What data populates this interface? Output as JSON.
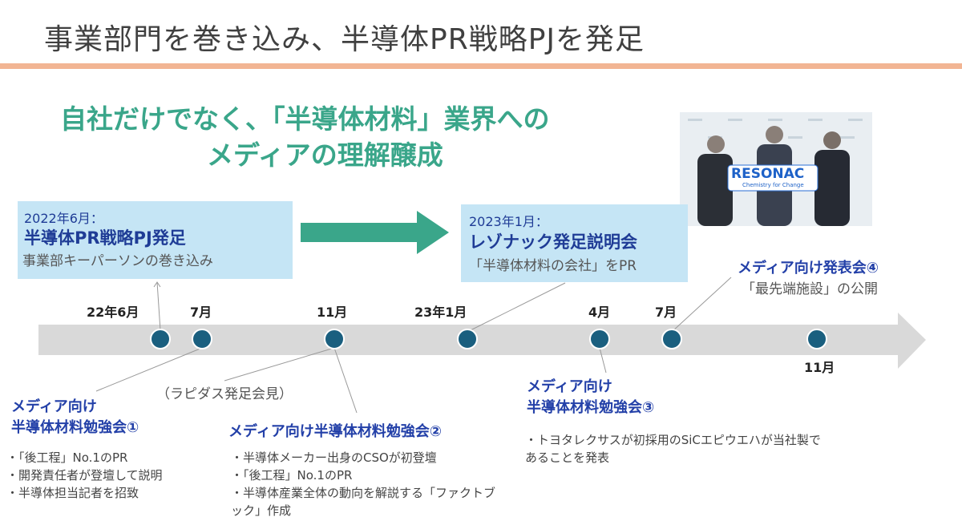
{
  "slide": {
    "title": "事業部門を巻き込み、半導体PR戦略PJを発足",
    "headline": [
      "自社だけでなく、「半導体材料」業界への",
      "メディアの理解醸成"
    ],
    "colors": {
      "accent_green": "#3aa68a",
      "rule": "#f2b593",
      "box": "#c5e5f5",
      "dot": "#1a5f7f",
      "blue_text": "#2340a8"
    }
  },
  "photo": {
    "sign": "RESONAC",
    "sign_tagline": "Chemistry for Change"
  },
  "box1": {
    "date": "2022年6月：",
    "title": "半導体PR戦略PJ発足",
    "subtitle": "事業部キーパーソンの巻き込み"
  },
  "box2": {
    "date": "2023年1月：",
    "title": "レゾナック発足説明会",
    "subtitle": "「半導体材料の会社」をPR"
  },
  "timeline": {
    "labels": [
      "22年6月",
      "7月",
      "11月",
      "23年1月",
      "4月",
      "7月",
      "11月"
    ]
  },
  "events": {
    "rapidus": "（ラピダス発足会見）",
    "study1": {
      "title": [
        "メディア向け",
        "半導体材料勉強会①"
      ],
      "bullets": [
        "・「後工程」No.1のPR",
        "・開発責任者が登壇して説明",
        "・半導体担当記者を招致"
      ]
    },
    "study2": {
      "title": "メディア向け半導体材料勉強会②",
      "bullets": [
        "・半導体メーカー出身のCSOが初登壇",
        "・「後工程」No.1のPR",
        "・半導体産業全体の動向を解説する「ファクトブック」作成"
      ]
    },
    "study3": {
      "title": [
        "メディア向け",
        "半導体材料勉強会③"
      ],
      "bullets": [
        "・トヨタレクサスが初採用のSiCエピウエハが当社製であることを発表"
      ]
    },
    "announce4": {
      "title": "メディア向け発表会④",
      "subtitle": "「最先端施設」の公開"
    }
  }
}
